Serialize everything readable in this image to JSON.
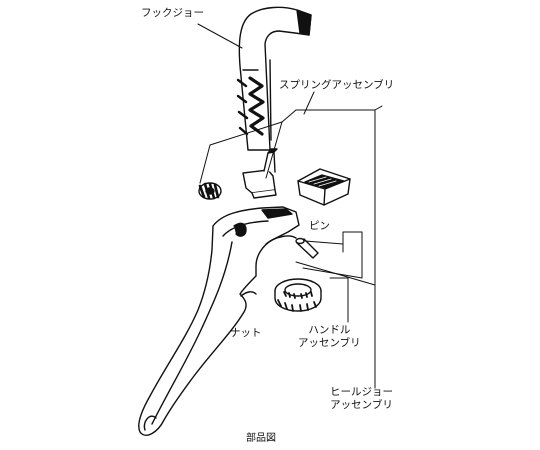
{
  "labels": {
    "hook_jaw": "フックジョー",
    "spring_assembly": "スプリングアッセンブリ",
    "pin": "ピン",
    "nut": "ナット",
    "handle_assembly_line1": "ハンドル",
    "handle_assembly_line2": "アッセンブリ",
    "heel_jaw_assembly_line1": "ヒールジョー",
    "heel_jaw_assembly_line2": "アッセンブリ"
  },
  "caption": "部品図",
  "colors": {
    "line": "#111111",
    "part_fill": "#ffffff",
    "shade": "#3a3a3a"
  }
}
